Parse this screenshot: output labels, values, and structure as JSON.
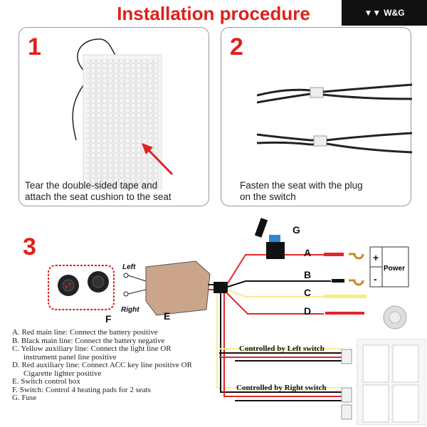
{
  "title": "Installation procedure",
  "logo": {
    "text": "W&G",
    "icon": "wg-logo-icon"
  },
  "steps": [
    {
      "number": "1",
      "caption_line1": "Tear the double-sided tape and",
      "caption_line2": "attach the seat cushion to the seat"
    },
    {
      "number": "2",
      "caption_line1": "Fasten the seat with the plug",
      "caption_line2": "on the switch"
    },
    {
      "number": "3"
    }
  ],
  "diagram": {
    "labels": {
      "A": "A",
      "B": "B",
      "C": "C",
      "D": "D",
      "E": "E",
      "F": "F",
      "G": "G"
    },
    "switch_left": "Left",
    "switch_right": "Right",
    "power_label": "Power",
    "plus": "+",
    "minus": "-",
    "controlled_left": "Controlled by Left switch",
    "controlled_right": "Controlled by Right switch"
  },
  "legend": [
    "A. Red main line: Connect the battery positive",
    "B. Black main line: Connect the battery negative",
    "C. Yellow auxiliary line: Connect the light line OR",
    "instrument panel line positive",
    "D. Red auxiliary line: Connect ACC key line positive OR",
    "Cigarette lighter positive",
    "E. Switch control box",
    "F. Switch: Control 4 heating pads for 2 seats",
    "G. Fuse"
  ],
  "colors": {
    "accent": "#e0201b",
    "wire_red": "#e3262a",
    "wire_yellow": "#f3ef9a",
    "wire_black": "#111111"
  }
}
